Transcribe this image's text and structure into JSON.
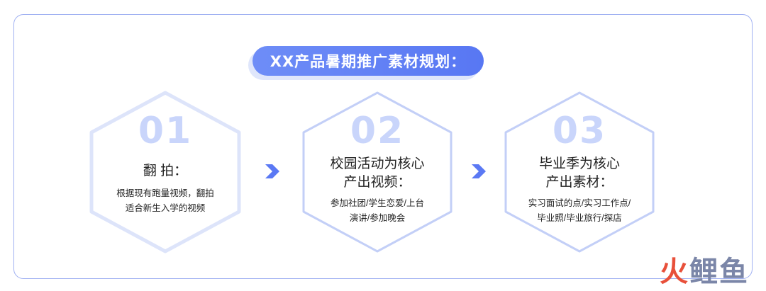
{
  "title": "XX产品暑期推广素材规划：",
  "steps": [
    {
      "number": "01",
      "title_lines": [
        "翻 拍："
      ],
      "desc_lines": [
        "根据现有跑量视频，翻拍",
        "适合新生入学的视频"
      ]
    },
    {
      "number": "02",
      "title_lines": [
        "校园活动为核心",
        "产出视频："
      ],
      "desc_lines": [
        "参加社团/学生恋爱/上台",
        "演讲/参加晚会"
      ]
    },
    {
      "number": "03",
      "title_lines": [
        "毕业季为核心",
        "产出素材："
      ],
      "desc_lines": [
        "实习面试的点/实习工作点/",
        "毕业照/毕业旅行/探店"
      ]
    }
  ],
  "watermark": {
    "part1": "火",
    "part2": "鲤鱼"
  },
  "colors": {
    "accent": "#5b79f4",
    "number": "#c9d5fb",
    "hex_border": "#cdd7f8"
  }
}
